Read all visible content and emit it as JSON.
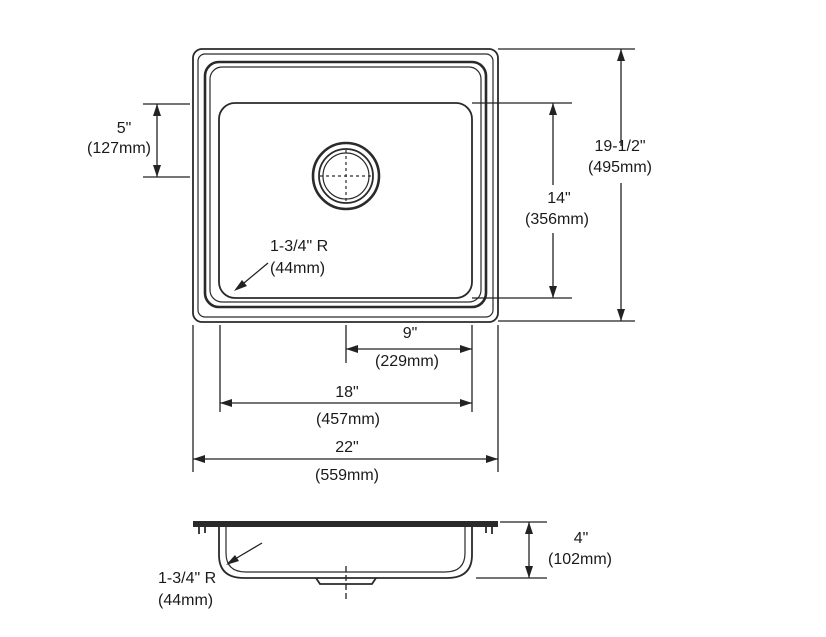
{
  "dimensions": {
    "drain_offset": {
      "imperial": "5\"",
      "metric": "(127mm)"
    },
    "overall_depth": {
      "imperial": "19-1/2\"",
      "metric": "(495mm)"
    },
    "bowl_depth": {
      "imperial": "14\"",
      "metric": "(356mm)"
    },
    "corner_radius_top": {
      "imperial": "1-3/4\" R",
      "metric": "(44mm)"
    },
    "drain_center": {
      "imperial": "9\"",
      "metric": "(229mm)"
    },
    "bowl_width": {
      "imperial": "18\"",
      "metric": "(457mm)"
    },
    "overall_width": {
      "imperial": "22\"",
      "metric": "(559mm)"
    },
    "bowl_height": {
      "imperial": "4\"",
      "metric": "(102mm)"
    },
    "corner_radius_side": {
      "imperial": "1-3/4\" R",
      "metric": "(44mm)"
    }
  },
  "colors": {
    "line": "#2a2a2a",
    "background": "#ffffff"
  }
}
